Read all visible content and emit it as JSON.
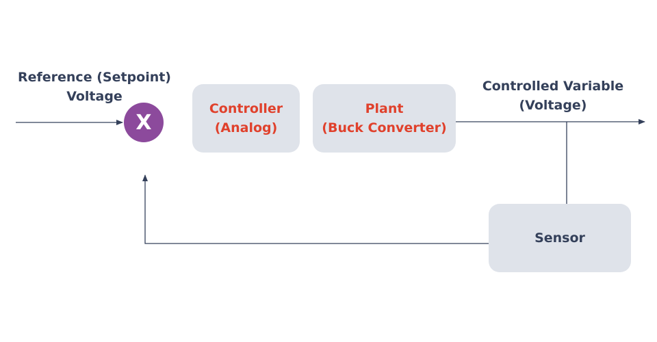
{
  "reference": {
    "line1": "Reference (Setpoint)",
    "line2": "Voltage"
  },
  "junction": {
    "symbol": "X"
  },
  "controller": {
    "line1": "Controller",
    "line2": "(Analog)"
  },
  "plant": {
    "line1": "Plant",
    "line2": "(Buck Converter)"
  },
  "output": {
    "line1": "Controlled Variable",
    "line2": "(Voltage)"
  },
  "sensor": {
    "label": "Sensor"
  },
  "colors": {
    "block_fill": "#dfe3ea",
    "junction_fill": "#8c4a9c",
    "block_text_highlight": "#e0412c",
    "text_dark": "#34405a",
    "line": "#34405a"
  }
}
